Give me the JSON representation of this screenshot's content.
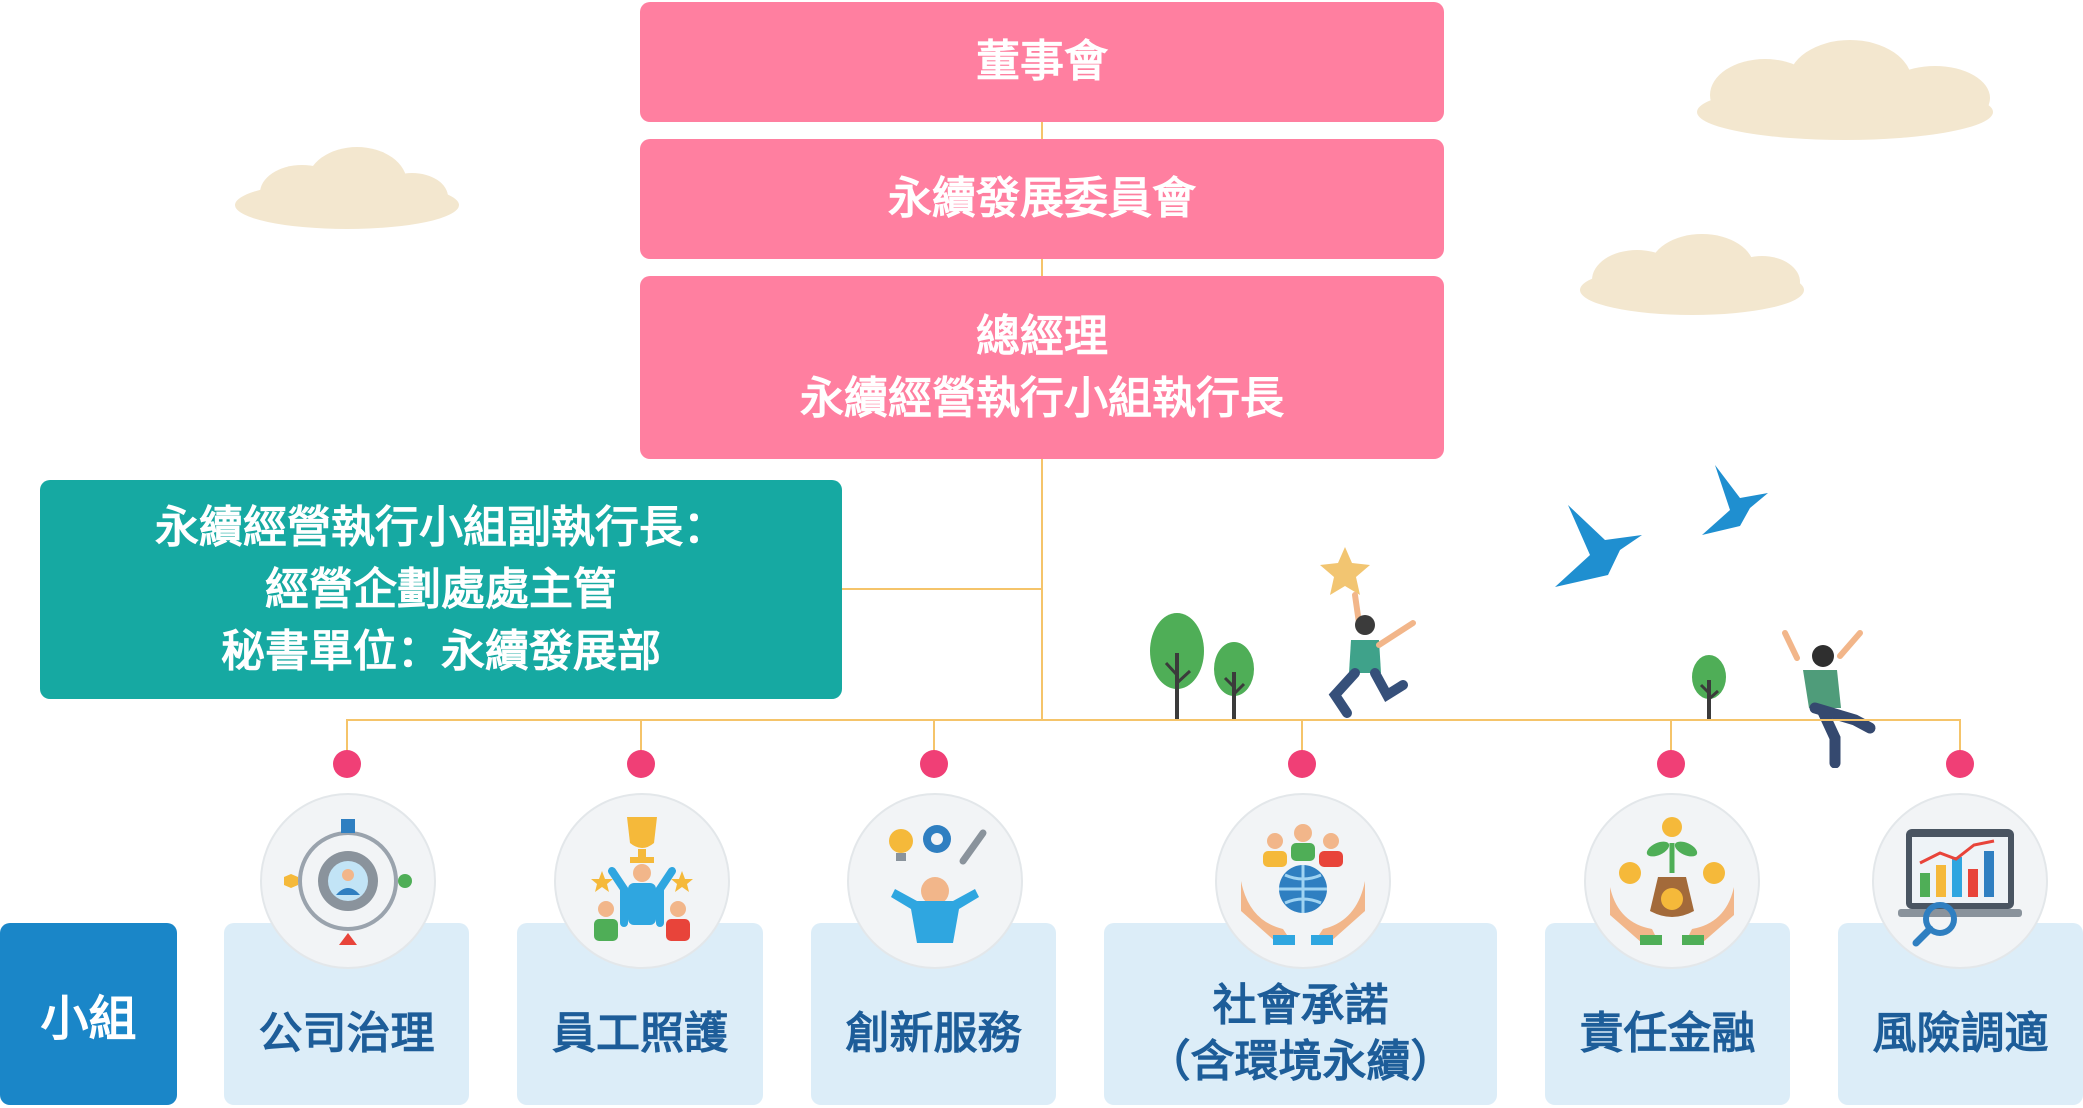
{
  "board": {
    "label": "董事會"
  },
  "committee": {
    "label": "永續發展委員會"
  },
  "ceo": {
    "line1": "總經理",
    "line2": "永續經營執行小組執行長"
  },
  "deputy": {
    "line1": "永續經營執行小組副執行長：",
    "line2": "經營企劃處處主管",
    "line3": "秘書單位：永續發展部"
  },
  "groups_label": "小組",
  "groups": [
    {
      "line1": "公司治理",
      "icon": "governance-gear-icon"
    },
    {
      "line1": "員工照護",
      "icon": "employee-trophy-icon"
    },
    {
      "line1": "創新服務",
      "icon": "innovation-idea-icon"
    },
    {
      "line1": "社會承諾",
      "line2": "（含環境永續）",
      "icon": "social-globe-hands-icon"
    },
    {
      "line1": "責任金融",
      "icon": "finance-money-plant-icon"
    },
    {
      "line1": "風險調適",
      "icon": "risk-chart-magnifier-icon"
    }
  ],
  "colors": {
    "pink": "#ff7fa0",
    "teal": "#16a9a2",
    "blue": "#1a86c8",
    "card": "#dcedf8",
    "card_text": "#1d5d99",
    "line": "#f5c46a",
    "dot": "#f03f76"
  }
}
